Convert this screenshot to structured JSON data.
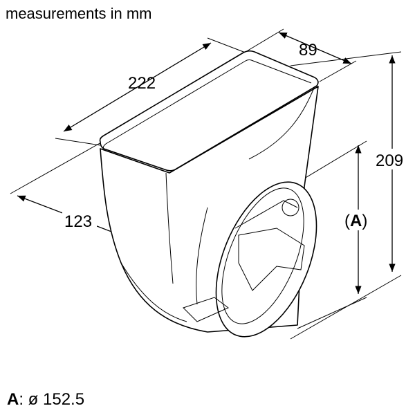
{
  "title": "measurements in mm",
  "dimensions": {
    "length": "222",
    "width": "89",
    "height": "209",
    "offset": "123",
    "diameter_label_prefix": "(",
    "diameter_label_letter": "A",
    "diameter_label_suffix": ")"
  },
  "legend": {
    "letter": "A",
    "text": ": ø 152.5"
  }
}
